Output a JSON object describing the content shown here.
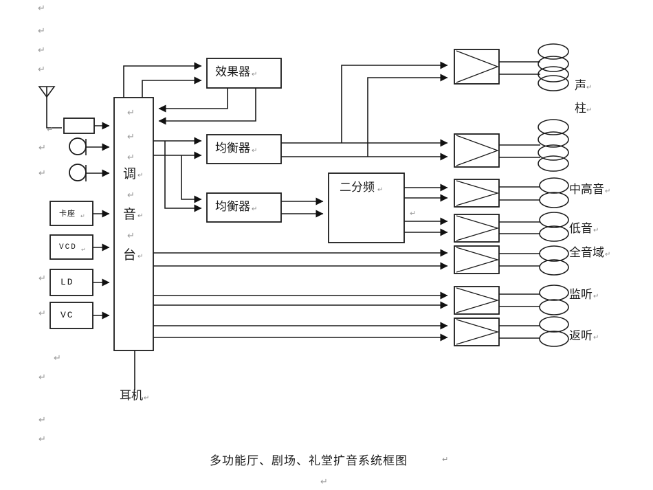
{
  "document": {
    "caption": "多功能厅、剧场、礼堂扩音系统框图",
    "caption_pilcrow": "↵"
  },
  "diagram": {
    "sources": [
      {
        "id": "antenna",
        "label": "",
        "icon": "antenna-icon"
      },
      {
        "id": "receiver",
        "label": "",
        "icon": "receiver-box-icon"
      },
      {
        "id": "mic1",
        "label": "",
        "icon": "microphone-icon"
      },
      {
        "id": "mic2",
        "label": "",
        "icon": "microphone-icon"
      },
      {
        "id": "tape",
        "label": "卡座",
        "icon": "cassette-deck-box"
      },
      {
        "id": "vcd",
        "label": "VCD",
        "icon": "vcd-player-box"
      },
      {
        "id": "ld",
        "label": "LD",
        "icon": "ld-player-box"
      },
      {
        "id": "vc",
        "label": "VC",
        "icon": "vc-player-box"
      }
    ],
    "mixer": {
      "name": "调音台",
      "chars": [
        "调",
        "音",
        "台"
      ],
      "output_label": "耳机"
    },
    "processors": [
      {
        "id": "effect",
        "label": "效果器"
      },
      {
        "id": "eq1",
        "label": "均衡器"
      },
      {
        "id": "eq2",
        "label": "均衡器"
      },
      {
        "id": "xover",
        "label": "二分频"
      }
    ],
    "amplifiers": [
      {
        "id": "amp1",
        "label": ""
      },
      {
        "id": "amp2",
        "label": ""
      },
      {
        "id": "amp3",
        "label": ""
      },
      {
        "id": "amp4",
        "label": ""
      },
      {
        "id": "amp5",
        "label": ""
      },
      {
        "id": "amp6",
        "label": ""
      },
      {
        "id": "amp7",
        "label": ""
      }
    ],
    "speakers": [
      {
        "id": "col1",
        "label": "声",
        "label2": "柱",
        "type": "column"
      },
      {
        "id": "col2",
        "label": "",
        "type": "column"
      },
      {
        "id": "midhigh",
        "label": "中高音",
        "type": "pair"
      },
      {
        "id": "bass",
        "label": "低音",
        "type": "pair"
      },
      {
        "id": "fullrange",
        "label": "全音域",
        "type": "pair"
      },
      {
        "id": "monitor",
        "label": "监听",
        "type": "pair"
      },
      {
        "id": "foldback",
        "label": "返听",
        "type": "pair"
      }
    ],
    "pilcrow_glyph": "↵",
    "colors": {
      "stroke": "#1a1a1a",
      "stroke_gray": "#6e6e6e",
      "pilcrow": "#9a9a9a",
      "background": "#ffffff"
    }
  },
  "pilcrows": {
    "left_column": [
      "↵",
      "↵",
      "↵",
      "↵"
    ],
    "near_mics": [
      "↵",
      "↵"
    ],
    "near_sources": [
      "↵",
      "↵"
    ],
    "near_receiver": "↵",
    "bottom_left": [
      "↵",
      "↵",
      "↵",
      "↵"
    ],
    "inside_mixer": [
      "↵",
      "↵",
      "↵",
      "↵",
      "↵"
    ],
    "after_labels": "↵"
  }
}
